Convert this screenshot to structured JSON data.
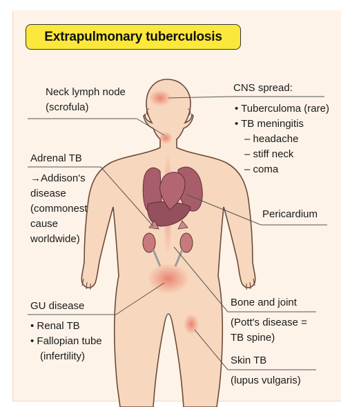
{
  "title": "Extrapulmonary tuberculosis",
  "labels": {
    "neck": [
      "Neck lymph node",
      "(scrofula)"
    ],
    "cns_heading": "CNS spread:",
    "cns_items": [
      "• Tuberculoma (rare)",
      "• TB meningitis",
      "– headache",
      "– stiff neck",
      "– coma"
    ],
    "adrenal": [
      "Adrenal TB",
      "→Addison's",
      "disease",
      "(commonest",
      "cause",
      "worldwide)"
    ],
    "pericardium": "Pericardium",
    "gu_heading": "GU disease",
    "gu_items": [
      "• Renal TB",
      "• Fallopian tube",
      "(infertility)"
    ],
    "bone_heading": "Bone and joint",
    "bone_detail": [
      "(Pott's disease =",
      "TB spine)"
    ],
    "skin_heading": "Skin TB",
    "skin_detail": "(lupus vulgaris)"
  },
  "colors": {
    "panel": "#fdf3e8",
    "title_bg": "#fbe83b",
    "skin": "#f7d7bd",
    "skin_outline": "#6b4a3a",
    "organs": "#a85d6a",
    "lesion": "#e98a78",
    "kidney": "#c77a7c"
  }
}
